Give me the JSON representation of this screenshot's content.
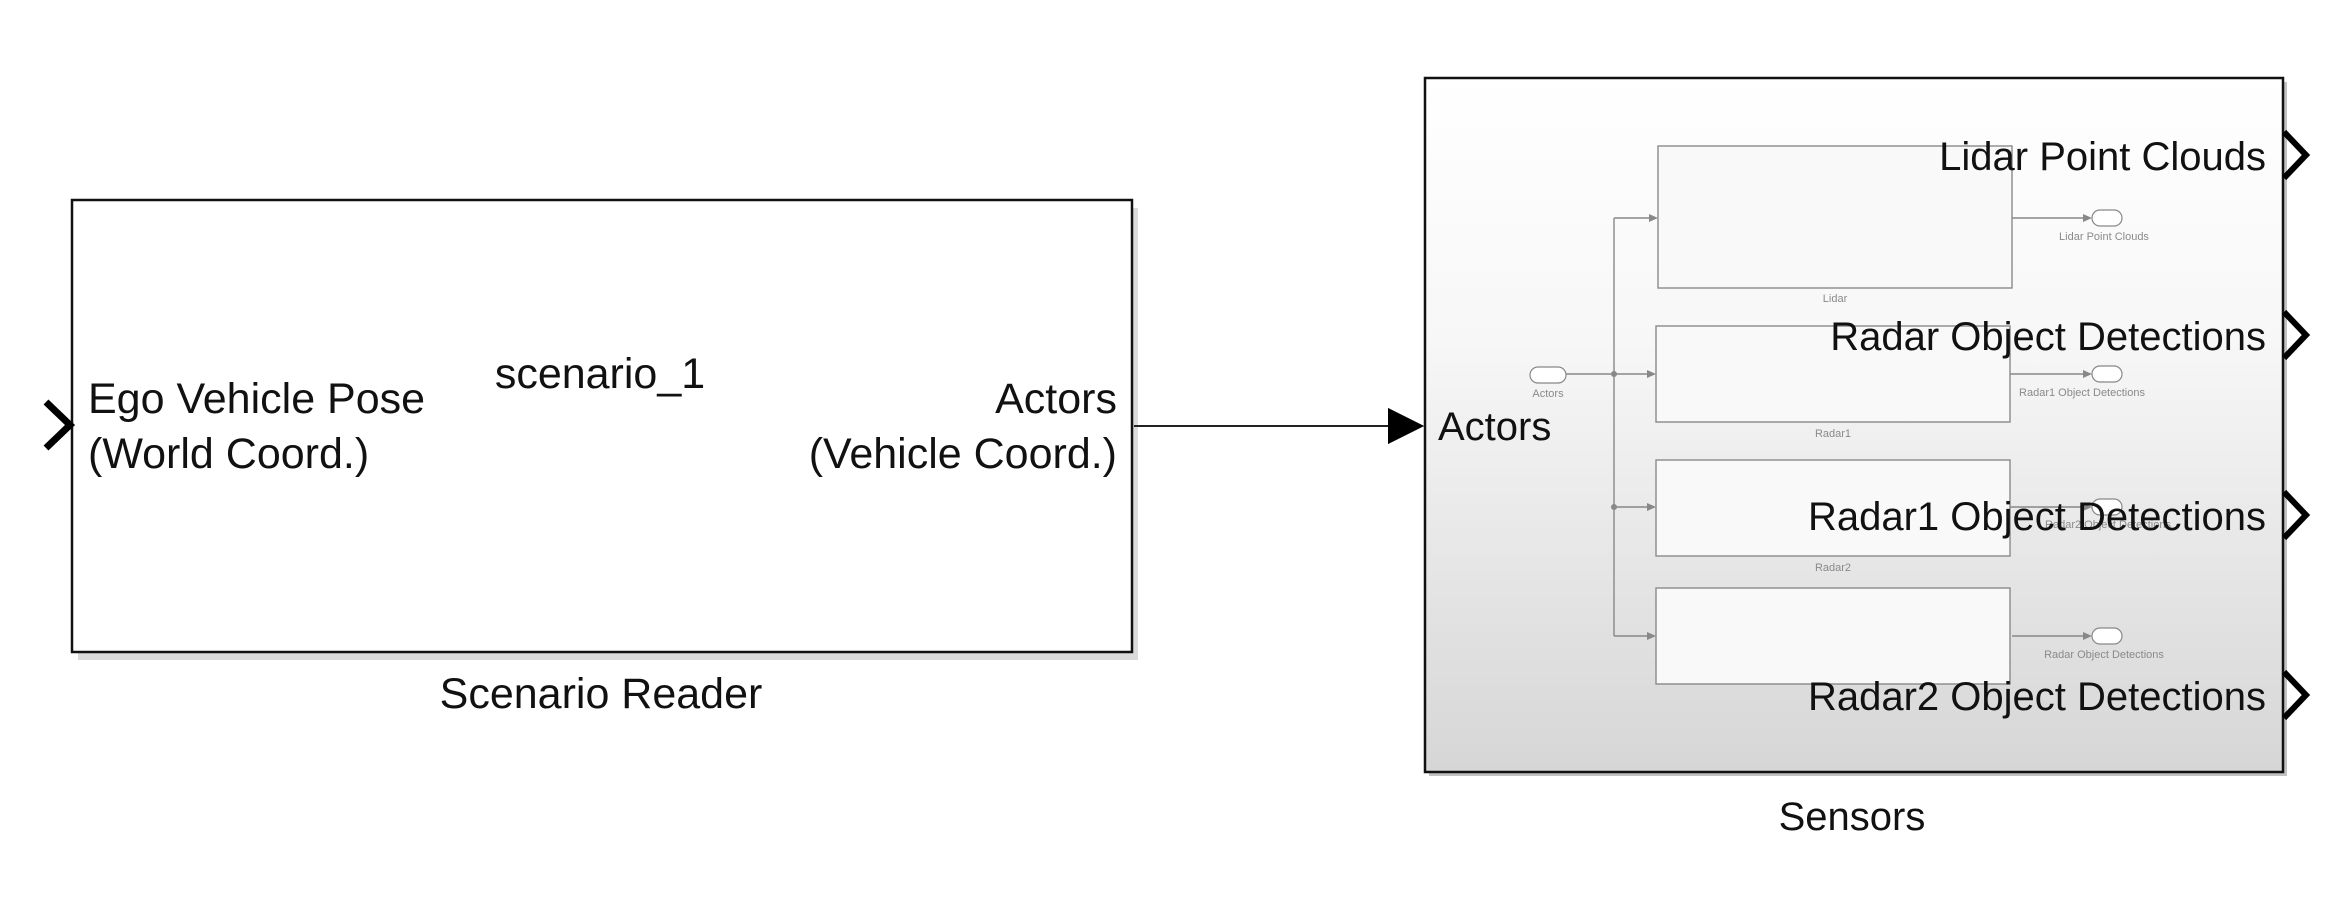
{
  "scenario_reader": {
    "name": "Scenario Reader",
    "scenario": "scenario_1",
    "input_line1": "Ego Vehicle Pose",
    "input_line2": "(World Coord.)",
    "output_line1": "Actors",
    "output_line2": "(Vehicle Coord.)"
  },
  "sensors": {
    "name": "Sensors",
    "input_port": "Actors",
    "output_ports": [
      "Lidar Point Clouds",
      "Radar Object Detections",
      "Radar1 Object Detections",
      "Radar2 Object Detections"
    ],
    "preview": {
      "inport": "Actors",
      "blocks": [
        "Lidar",
        "Radar1",
        "Radar2",
        ""
      ],
      "outports": [
        "Lidar Point Clouds",
        "Radar1 Object Detections",
        "Radar2 Object Detections",
        "Radar Object Detections"
      ]
    }
  }
}
